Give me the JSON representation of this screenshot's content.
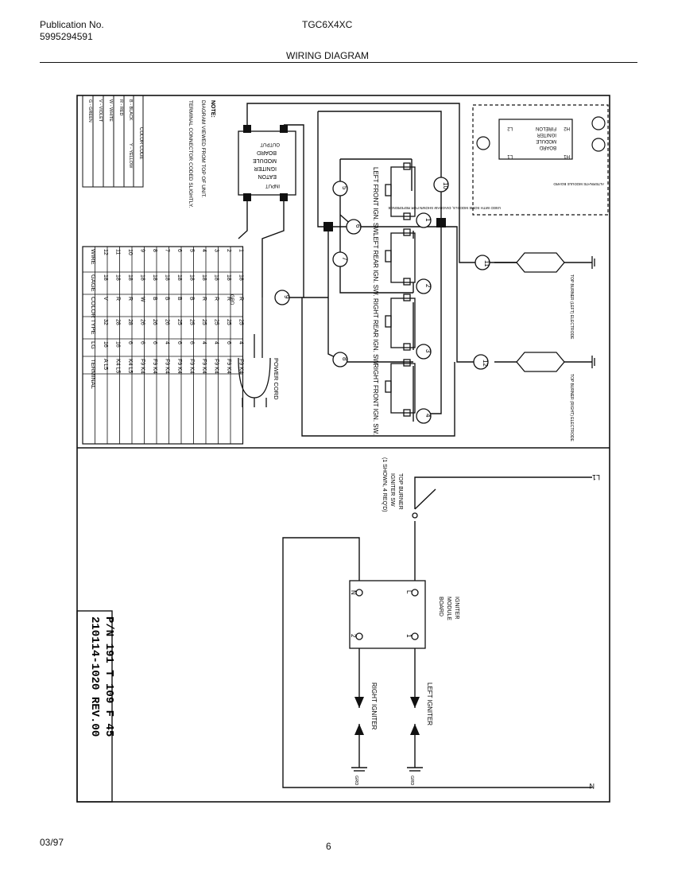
{
  "header": {
    "publication_label": "Publication No.",
    "publication_number": "5995294591",
    "model": "TGC6X4XC",
    "title": "WIRING DIAGRAM"
  },
  "footer": {
    "date": "03/97",
    "page": "6"
  },
  "notes": {
    "heading": "NOTE:",
    "line1": "DIAGRAM VIEWED FROM TOP OF UNIT.",
    "line2": "TERMINAL CONNECTOR CODED SLIGHTLY."
  },
  "color_code": {
    "title": "COLOR CODE",
    "entries": [
      "B - BLACK",
      "R - RED",
      "W - WHITE",
      "V - VIOLET",
      "G - GREEN",
      "Y - YELLOW"
    ]
  },
  "wire_table": {
    "headers": [
      "WIRE",
      "GAGE",
      "COLOR",
      "TYPE",
      "LG",
      "TERMINAL"
    ],
    "rows": [
      [
        "1",
        "18",
        "R",
        "25",
        "4",
        "F9 K4"
      ],
      [
        "2",
        "18",
        "R",
        "25",
        "6",
        "F9 K4"
      ],
      [
        "3",
        "18",
        "R",
        "25",
        "4",
        "F9 K4"
      ],
      [
        "4",
        "18",
        "R",
        "25",
        "4",
        "F9 K4"
      ],
      [
        "5",
        "18",
        "B",
        "25",
        "6",
        "F9 K4"
      ],
      [
        "6",
        "18",
        "B",
        "25",
        "6",
        "F9 K4"
      ],
      [
        "7",
        "18",
        "B",
        "26",
        "4",
        "F9 K4"
      ],
      [
        "8",
        "18",
        "B",
        "26",
        "6",
        "F9 K4"
      ],
      [
        "9",
        "18",
        "W",
        "26",
        "6",
        "F9 K4"
      ],
      [
        "10",
        "18",
        "R",
        "28",
        "6",
        "K4 L5"
      ],
      [
        "11",
        "18",
        "R",
        "28",
        "16",
        "K4 L5"
      ],
      [
        "12",
        "18",
        "V",
        "32",
        "16",
        "A L5"
      ]
    ]
  },
  "components": {
    "module": [
      "EATON",
      "IGNITER",
      "MODULE",
      "BOARD"
    ],
    "module_input": "INPUT",
    "module_output": "OUTPUT",
    "switches": [
      "LEFT FRONT IGN. SW.",
      "LEFT REAR IGN. SW.",
      "RIGHT REAR IGN. SW.",
      "RIGHT FRONT IGN. SW."
    ],
    "power_cord": "POWER CORD",
    "ground": "GRD",
    "electrode_left": "TOP BURNER (LEFT) ELECTRODE",
    "electrode_right": "TOP BURNER (RIGHT) ELECTRODE",
    "ground_label": "GRD",
    "alt_board": [
      "FIRELON",
      "IGNITER",
      "MODULE",
      "BOARD"
    ],
    "alt_note": "ALTERNATE MODULE BOARD",
    "alt_note2": "USED WITH SOME MODELS, DIAGRAM SHOWN FOR REFERENCE",
    "alt_terminals": [
      "H2",
      "H1",
      "L2",
      "L1"
    ],
    "wire_numbers": [
      "1",
      "2",
      "3",
      "4",
      "5",
      "6",
      "7",
      "8",
      "9",
      "10",
      "11",
      "12"
    ]
  },
  "schematic": {
    "l1": "L1",
    "n": "N",
    "switch_label": [
      "TOP BURNER",
      "IGNITER SW",
      "(1 SHOWN, 4 REQ'D)"
    ],
    "board_label": [
      "IGNITER",
      "MODULE",
      "BOARD"
    ],
    "terminals": [
      "L",
      "N",
      "1",
      "2"
    ],
    "left_igniter": "LEFT IGNITER",
    "right_igniter": "RIGHT IGNITER",
    "grd": "GRD"
  },
  "part_number": {
    "line1": "P/N 191 T 109 F 45",
    "line2": "210114-1020 REV.00"
  }
}
